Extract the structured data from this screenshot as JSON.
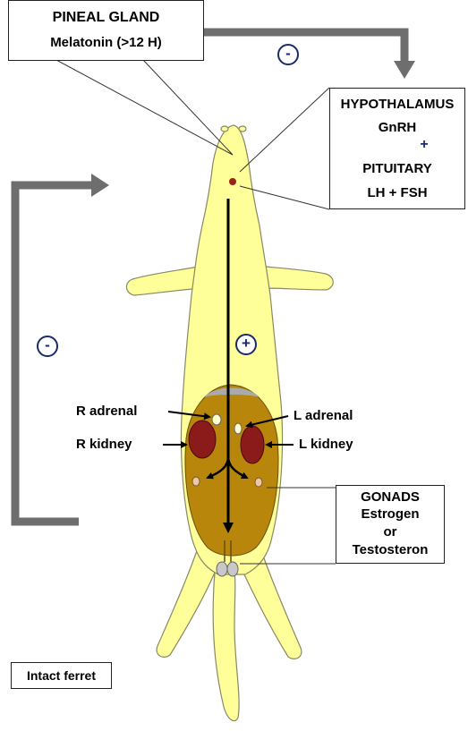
{
  "pineal": {
    "title": "PINEAL GLAND",
    "hormone": "Melatonin (>12 H)"
  },
  "hypothalamus": {
    "title": "HYPOTHALAMUS",
    "hormone": "GnRH",
    "pituitary": "PITUITARY",
    "pituitary_hormones": "LH + FSH"
  },
  "gonads": {
    "title": "GONADS",
    "line1": "Estrogen",
    "line2": "or",
    "line3": "Testosteron"
  },
  "signs": {
    "minus": "-",
    "plus": "+"
  },
  "organs": {
    "r_adrenal": "R adrenal",
    "l_adrenal": "L adrenal",
    "r_kidney": "R kidney",
    "l_kidney": "L kidney"
  },
  "caption": "Intact ferret",
  "colors": {
    "fur": "#ffff99",
    "fur_outline": "#888866",
    "abdomen": "#b8860b",
    "kidney": "#8b1a1a",
    "arrow_gray": "#6e6e6e",
    "sign_circle": "#1a2a6e"
  }
}
